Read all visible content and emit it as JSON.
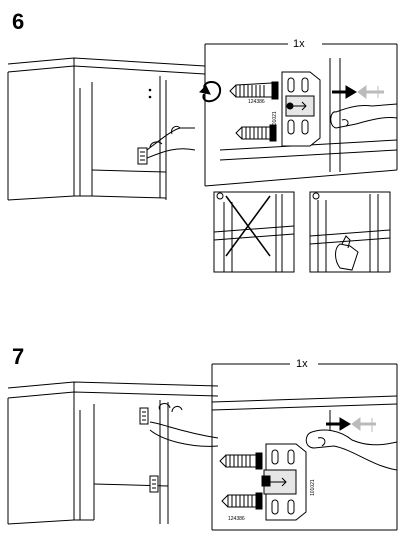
{
  "steps": [
    {
      "number": "6",
      "detail": {
        "quantity": "1x",
        "hinge_code_left": "124386",
        "hinge_code_right": "101021"
      }
    },
    {
      "number": "7",
      "detail": {
        "quantity": "1x",
        "hinge_code_left": "124386",
        "hinge_code_right": "101021"
      }
    }
  ],
  "colors": {
    "line": "#000000",
    "fill": "#ffffff",
    "shade": "#e6e6e6"
  }
}
